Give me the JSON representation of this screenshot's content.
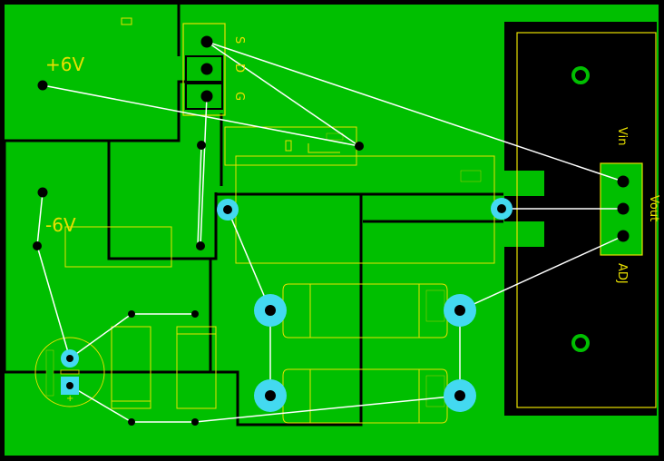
{
  "board": {
    "copper_color": "#00bf00",
    "void_color": "#000000",
    "silk_color": "#e8e000",
    "ratsnest_color": "#ffffff",
    "pad_color": "#43d9f0"
  },
  "labels": {
    "plus6v": "+6V",
    "minus6v": "-6V",
    "fet_s": "S",
    "fet_d": "D",
    "fet_g": "G",
    "vin": "Vin",
    "vout": "Vout",
    "adj": "ADJ",
    "cap_plus": "+"
  }
}
